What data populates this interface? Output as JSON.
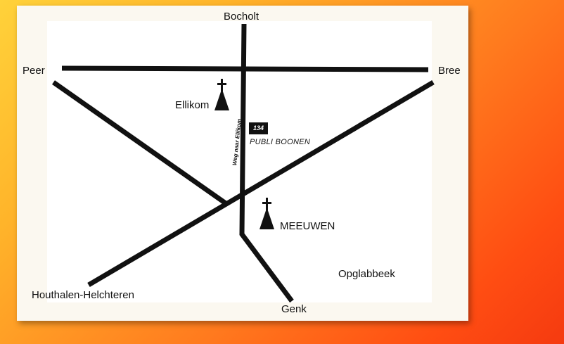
{
  "colors": {
    "background_gradient": [
      "#ffd23a",
      "#ff7a1e",
      "#f53a10"
    ],
    "road": "#111111",
    "card": "#fbf8f0"
  },
  "places": {
    "bocholt": "Bocholt",
    "peer": "Peer",
    "bree": "Bree",
    "ellikom": "Ellikom",
    "meeuwen": "MEEUWEN",
    "opglabbeek": "Opglabbeek",
    "houthalen": "Houthalen-Helchteren",
    "genk": "Genk"
  },
  "road_label": "Weg naar Ellikom",
  "house_number": "134",
  "business_name": "PUBLI BOONEN",
  "icons": [
    "church-icon-ellikom",
    "church-icon-meeuwen"
  ]
}
